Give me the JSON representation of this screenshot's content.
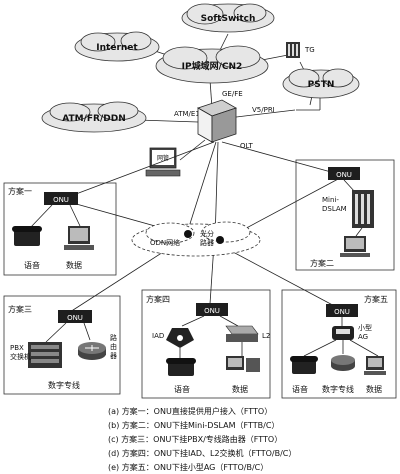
{
  "network": {
    "softswitch": "SoftSwitch",
    "internet": "Internet",
    "ip_network": "IP城域网/CN2",
    "tg": "TG",
    "pstn": "PSTN",
    "atm": "ATM/FR/DDN",
    "atm_link": "ATM/E1",
    "gefe": "GE/FE",
    "v5pri": "V5/PRI",
    "olt": "OLT",
    "nms": "网管",
    "odn": "ODN网络",
    "splitter": "光分\n路器"
  },
  "schemes": {
    "s1": {
      "title": "方案一",
      "onu": "ONU",
      "voice": "语音",
      "data": "数据"
    },
    "s2": {
      "title": "方案二",
      "onu": "ONU",
      "dslam": "Mini-\nDSLAM"
    },
    "s3": {
      "title": "方案三",
      "onu": "ONU",
      "pbx": "PBX\n交换机",
      "router": "路\n由\n器",
      "line": "数字专线"
    },
    "s4": {
      "title": "方案四",
      "onu": "ONU",
      "iad": "IAD",
      "l2": "L2",
      "voice": "语音",
      "data": "数据"
    },
    "s5": {
      "title": "方案五",
      "onu": "ONU",
      "ag": "小型\nAG",
      "voice": "语音",
      "line": "数字专线",
      "data": "数据"
    }
  },
  "captions": [
    "(a) 方案一：ONU直接提供用户接入（FTTO）",
    "(b) 方案二：ONU下挂Mini-DSLAM（FTTB/C）",
    "(c) 方案三：ONU下挂PBX/专线路由器（FTTO）",
    "(d) 方案四：ONU下挂IAD、L2交换机（FTTO/B/C）",
    "(e) 方案五：ONU下挂小型AG（FTTO/B/C）"
  ]
}
